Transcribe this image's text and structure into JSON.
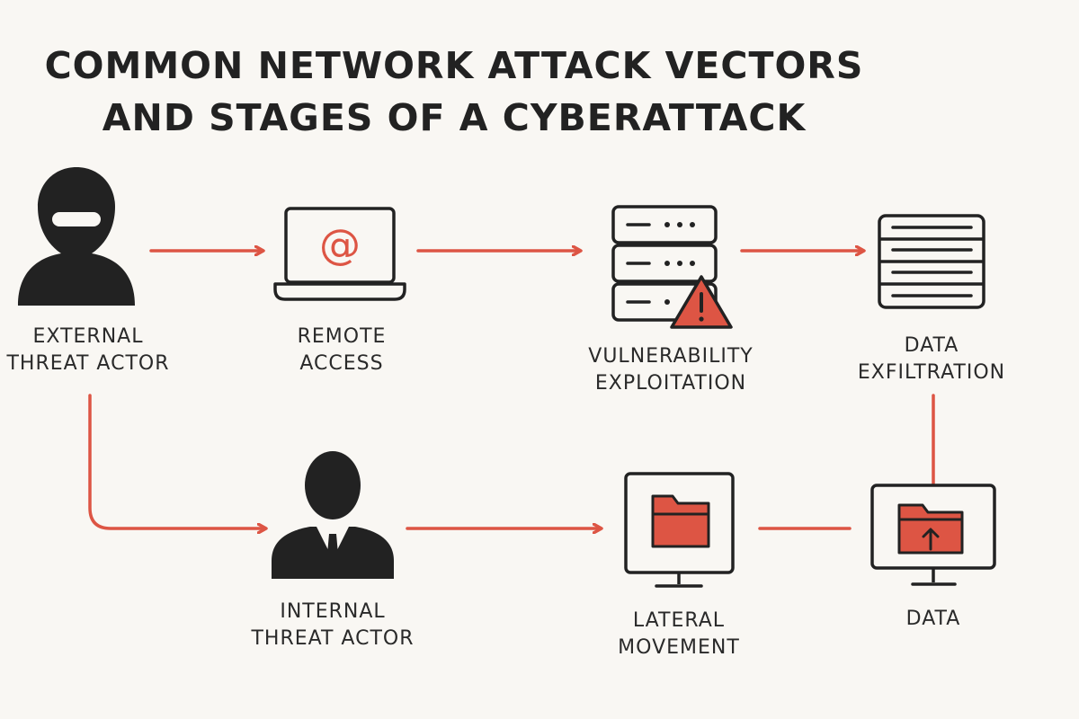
{
  "title": {
    "line1": "COMMON NETWORK ATTACK VECTORS",
    "line2": "AND STAGES OF A CYBERATTACK"
  },
  "colors": {
    "accent": "#dd5544",
    "ink": "#222222",
    "background": "#f9f7f3"
  },
  "nodes": {
    "external_actor": {
      "line1": "EXTERNAL",
      "line2": "THREAT ACTOR",
      "icon": "hooded-hacker-icon"
    },
    "remote_access": {
      "line1": "REMOTE",
      "line2": "ACCESS",
      "icon": "laptop-at-sign-icon"
    },
    "vulnerability": {
      "line1": "VULNERABILITY",
      "line2": "EXPLOITATION",
      "icon": "server-warning-icon"
    },
    "exfiltration": {
      "line1": "DATA",
      "line2": "EXFILTRATION",
      "icon": "document-list-icon"
    },
    "internal_actor": {
      "line1": "INTERNAL",
      "line2": "THREAT ACTOR",
      "icon": "business-person-icon"
    },
    "lateral": {
      "line1": "LATERAL",
      "line2": "MOVEMENT",
      "icon": "monitor-folder-icon"
    },
    "data": {
      "line1": "DATA",
      "icon": "monitor-folder-upload-icon"
    },
    "at_symbol": "@"
  }
}
